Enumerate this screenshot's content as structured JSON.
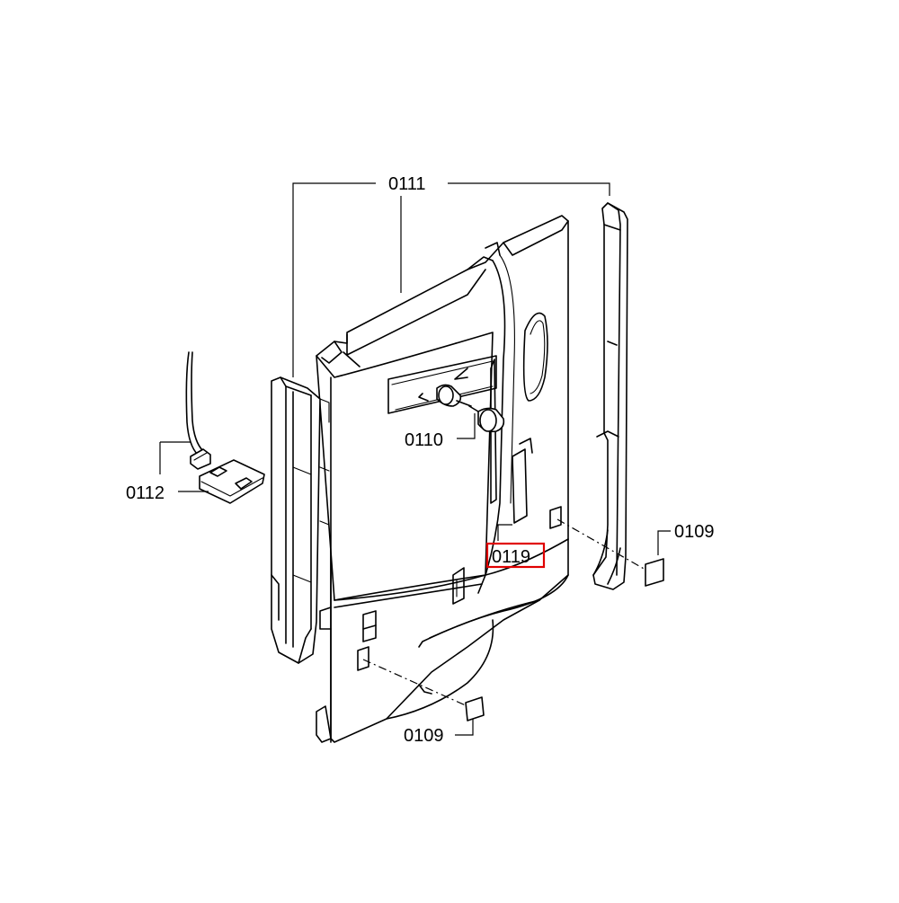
{
  "labels": {
    "part_0111": "0111",
    "part_0110": "0110",
    "part_0112": "0112",
    "part_0119": "0119",
    "part_0109_right": "0109",
    "part_0109_bottom": "0109"
  },
  "highlight": {
    "target": "0119",
    "color": "#e00000"
  }
}
